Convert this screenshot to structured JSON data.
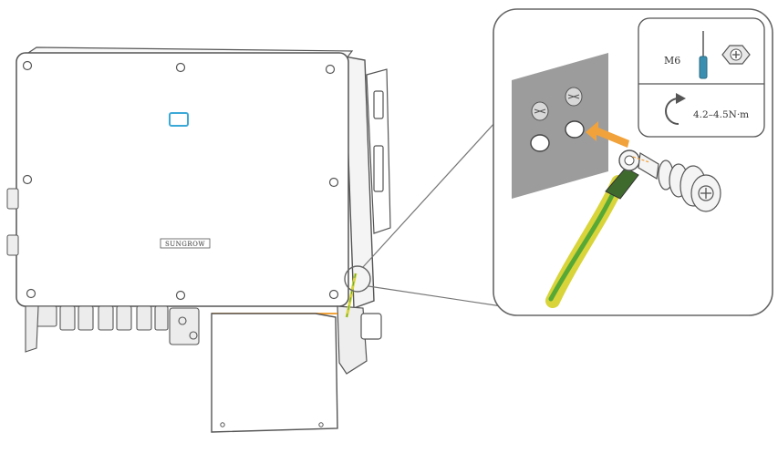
{
  "inverter": {
    "brand_label": "SUNGROW"
  },
  "tool_box": {
    "bolt_size": "M6",
    "torque": "4.2–4.5N·m",
    "tool_icon": "screwdriver-icon",
    "bolt_icon": "hex-bolt-icon",
    "rotate_icon": "rotate-clockwise-icon"
  },
  "colors": {
    "outline": "#555555",
    "panel_fill": "#999999",
    "arrow": "#f2a23a",
    "wire_yellow": "#d8d43a",
    "wire_green": "#58a836",
    "indicator": "#3aa9d8",
    "screwdriver": "#3a8fb0"
  }
}
